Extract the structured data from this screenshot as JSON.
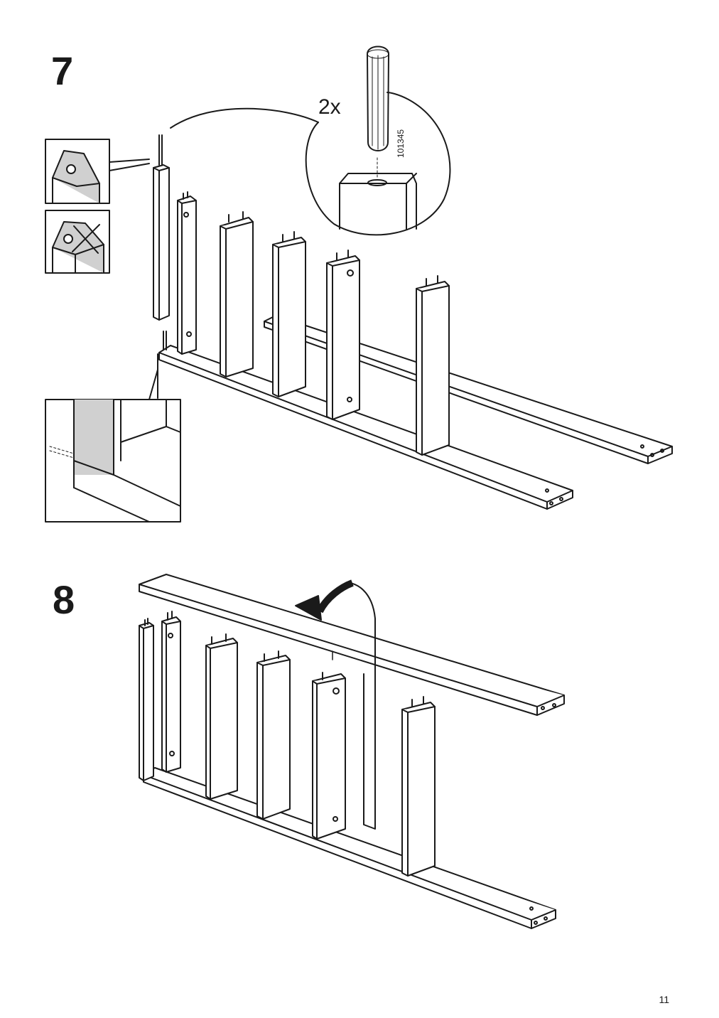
{
  "page": {
    "page_number": "11"
  },
  "step7": {
    "number": "7",
    "quantity": "2x",
    "part_number": "101345"
  },
  "step8": {
    "number": "8"
  }
}
